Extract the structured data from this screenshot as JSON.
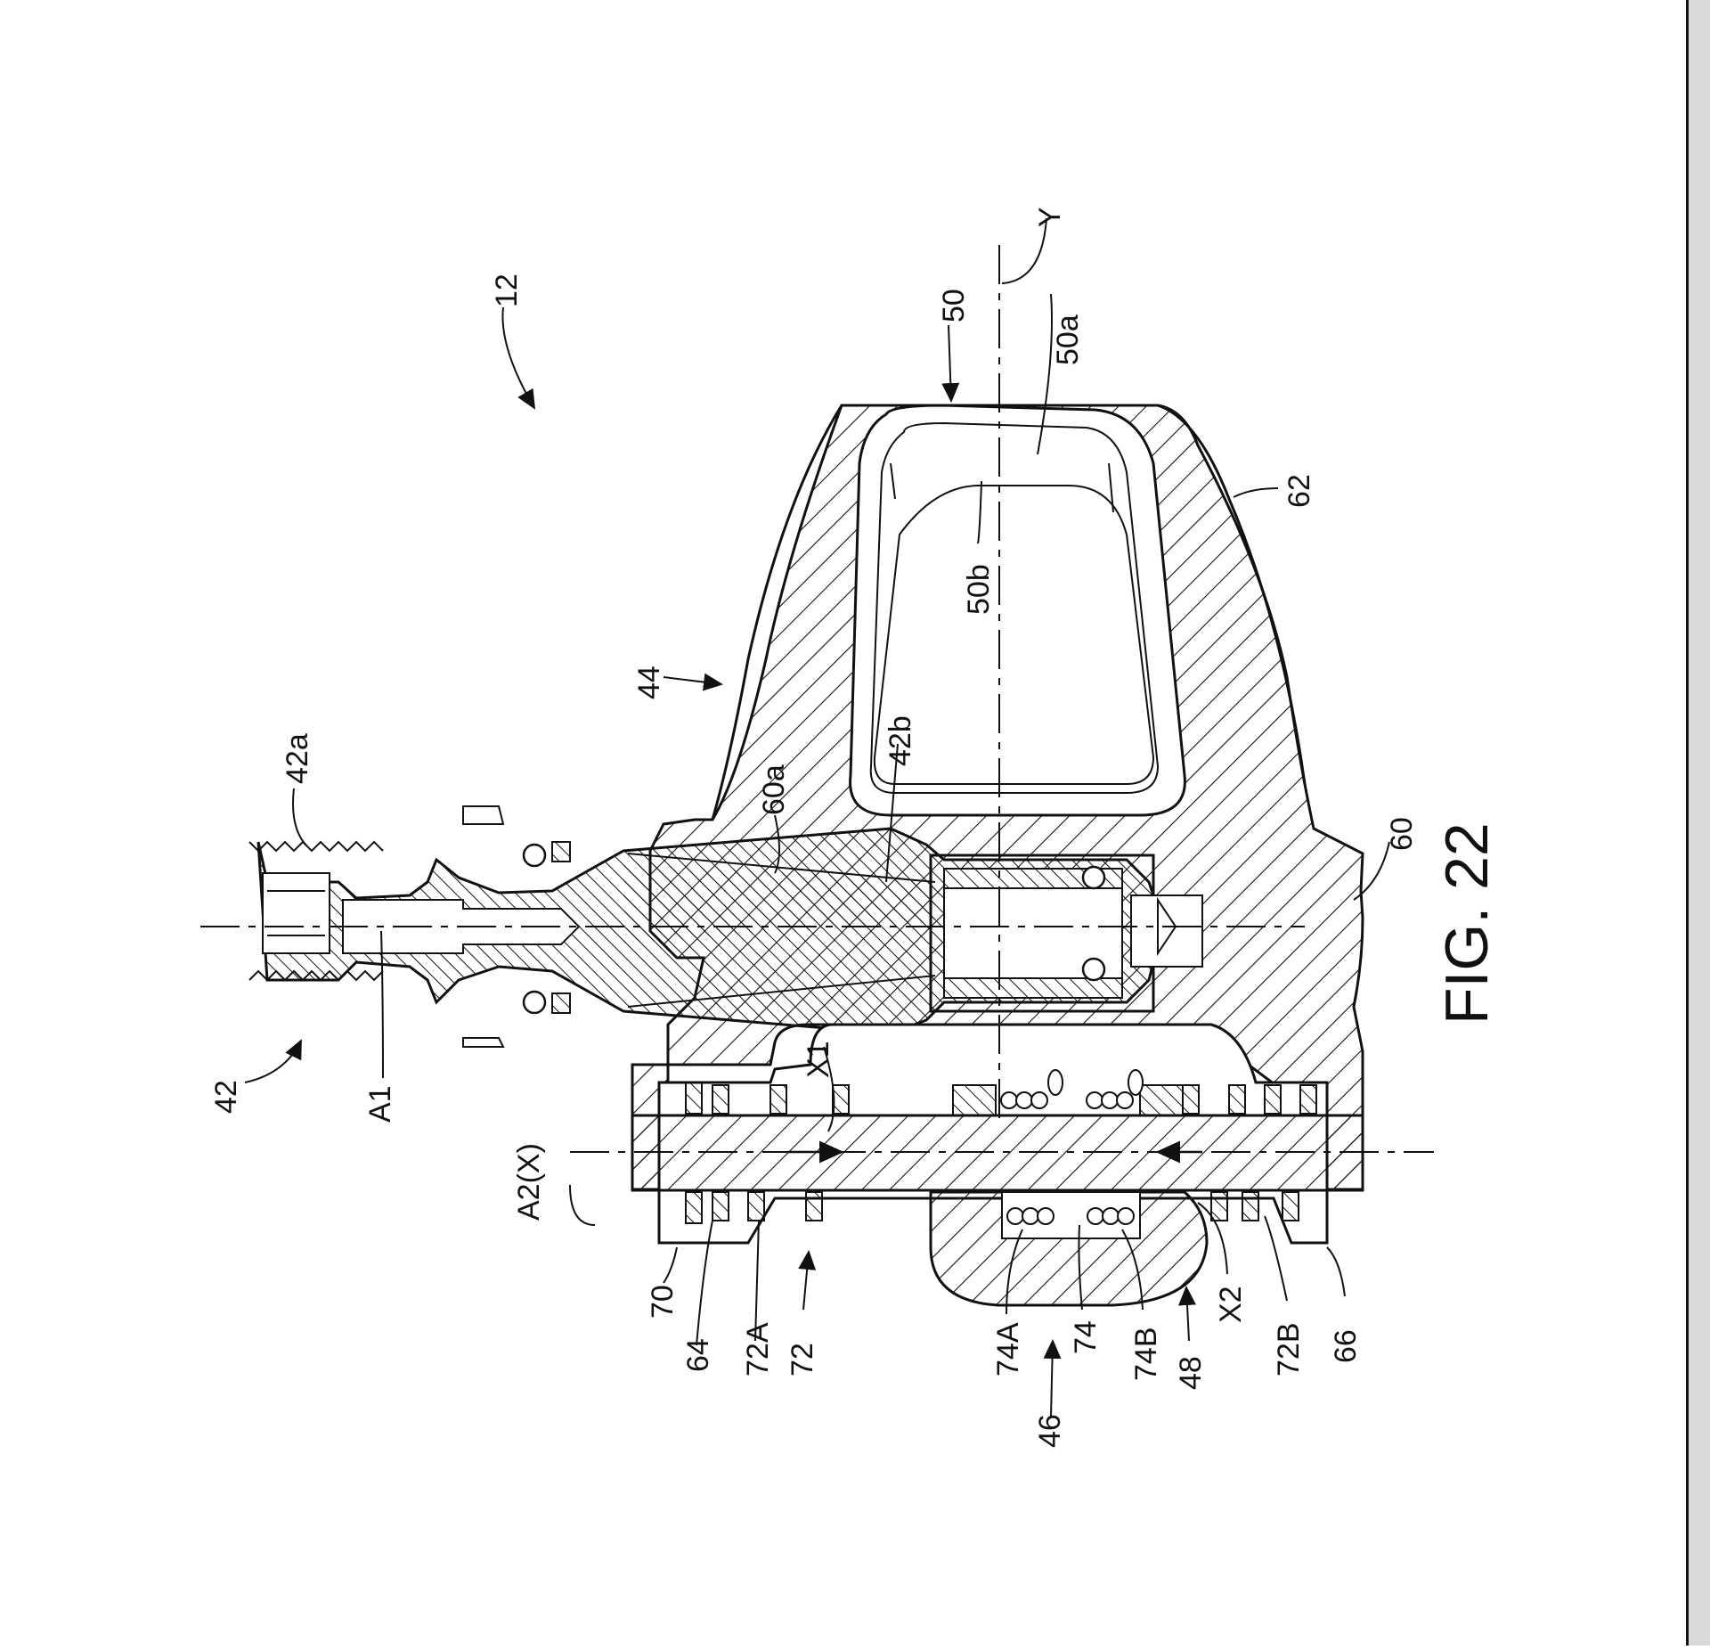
{
  "figure": {
    "caption": "FIG. 22",
    "reference_numerals": {
      "n12": "12",
      "n42": "42",
      "n42a": "42a",
      "n42b": "42b",
      "nA1": "A1",
      "n44": "44",
      "n50": "50",
      "n50a": "50a",
      "n50b": "50b",
      "nY": "Y",
      "n62": "62",
      "n60": "60",
      "n60a": "60a",
      "nX1": "X1",
      "nA2X": "A2(X)",
      "n70": "70",
      "n64": "64",
      "n72A": "72A",
      "n72": "72",
      "n74A": "74A",
      "n74": "74",
      "n74B": "74B",
      "n46": "46",
      "n48": "48",
      "nX2": "X2",
      "n72B": "72B",
      "n66": "66"
    }
  }
}
